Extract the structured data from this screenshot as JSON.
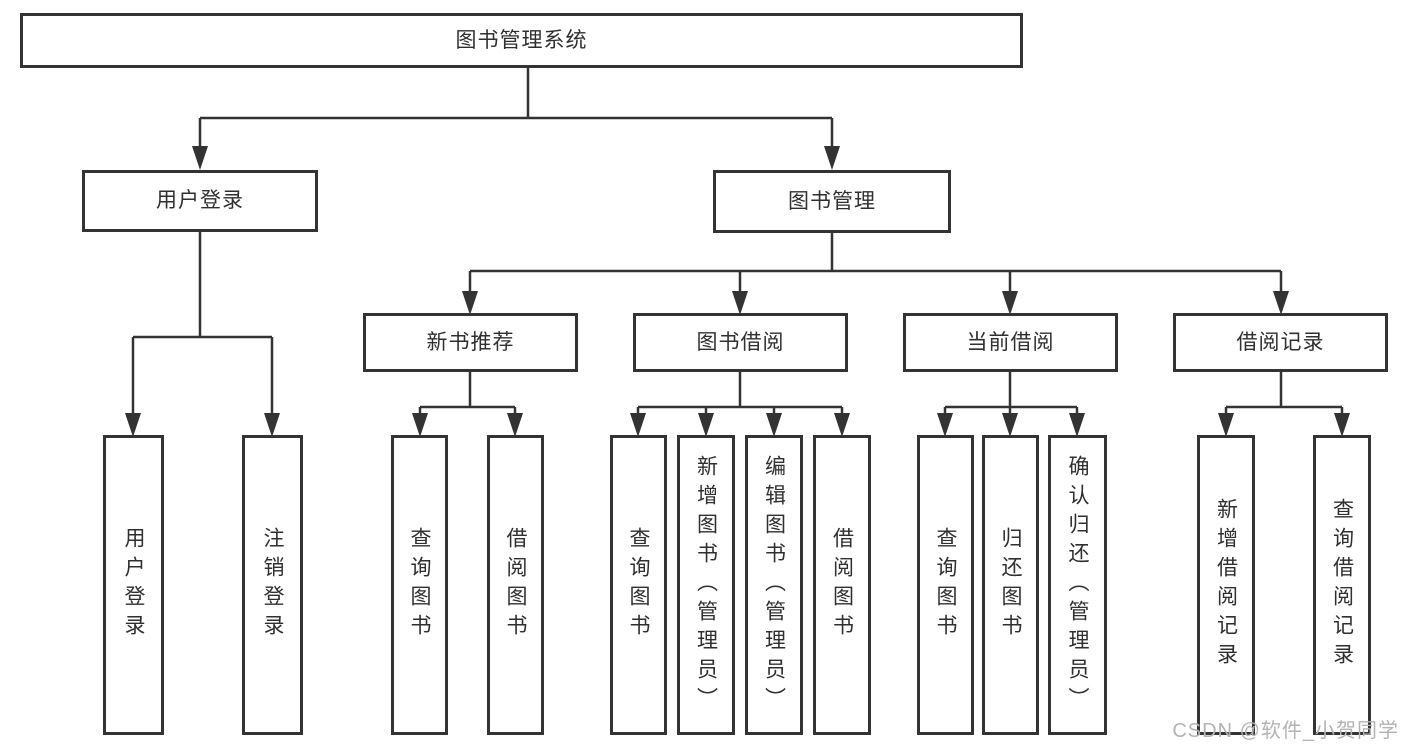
{
  "tree": {
    "root": {
      "label": "图书管理系统"
    },
    "level2": [
      {
        "label": "用户登录"
      },
      {
        "label": "图书管理"
      }
    ],
    "level3": [
      {
        "label": "新书推荐",
        "parent": "图书管理"
      },
      {
        "label": "图书借阅",
        "parent": "图书管理"
      },
      {
        "label": "当前借阅",
        "parent": "图书管理"
      },
      {
        "label": "借阅记录",
        "parent": "图书管理"
      }
    ],
    "leaves": [
      {
        "label": "用户登录",
        "parent": "用户登录"
      },
      {
        "label": "注销登录",
        "parent": "用户登录"
      },
      {
        "label": "查询图书",
        "parent": "新书推荐"
      },
      {
        "label": "借阅图书",
        "parent": "新书推荐"
      },
      {
        "label": "查询图书",
        "parent": "图书借阅"
      },
      {
        "label": "新增图书（管理员）",
        "parent": "图书借阅"
      },
      {
        "label": "编辑图书（管理员）",
        "parent": "图书借阅"
      },
      {
        "label": "借阅图书",
        "parent": "图书借阅"
      },
      {
        "label": "查询图书",
        "parent": "当前借阅"
      },
      {
        "label": "归还图书",
        "parent": "当前借阅"
      },
      {
        "label": "确认归还（管理员）",
        "parent": "当前借阅"
      },
      {
        "label": "新增借阅记录",
        "parent": "借阅记录"
      },
      {
        "label": "查询借阅记录",
        "parent": "借阅记录"
      }
    ]
  },
  "watermark": {
    "text": "CSDN @软件_小贺同学"
  },
  "colors": {
    "line": "#333333",
    "box_border": "#333333",
    "text": "#2f2f2f",
    "watermark": "#b3b3b3",
    "background": "#ffffff"
  }
}
